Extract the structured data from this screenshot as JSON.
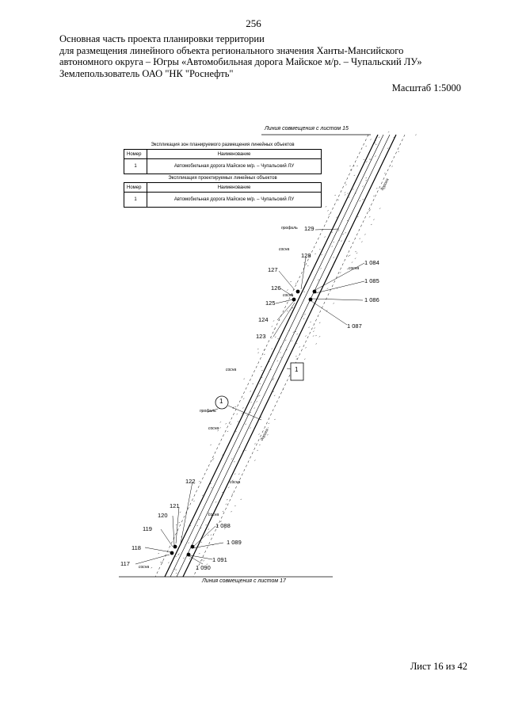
{
  "page_number": "256",
  "header_lines": [
    "Основная часть проекта планировки территории",
    "для размещения линейного объекта регионального значения Ханты-Мансийского",
    "автономного округа – Югры «Автомобильная дорога Майское м/р. – Чупальский ЛУ»",
    "Землепользователь ОАО \"НК \"Роснефть\""
  ],
  "scale_label": "Масштаб 1:5000",
  "footer": "Лист 16 из 42",
  "map": {
    "top_match_line": "Линия совмещения с листом 15",
    "bottom_match_line": "Линия совмещения с листом 17",
    "table1_title": "Экспликация зон планируемого размещения линейных объектов",
    "table1_header": [
      "Номер",
      "Наименование"
    ],
    "table1_row": [
      "1",
      "Автомобильная дорога Майское м/р. – Чупальский ЛУ"
    ],
    "table2_title": "Экспликация проектируемых линейных объектов",
    "table2_header": [
      "Номер",
      "Наименование"
    ],
    "table2_row": [
      "1",
      "Автомобильная дорога Майское м/р. – Чупальский ЛУ"
    ],
    "point_labels_left": [
      "129",
      "128",
      "127",
      "126",
      "125",
      "124",
      "123",
      "122",
      "121",
      "120",
      "119",
      "118",
      "117"
    ],
    "point_labels_right": [
      "1 084",
      "1 085",
      "1 086",
      "1 087",
      "1 088",
      "1 089",
      "1 090",
      "1 091"
    ],
    "zone_marker": "1",
    "object_marker": "1",
    "annotations": [
      "профиль",
      "сосна",
      "профиль",
      "сосна",
      "сосна",
      "сосна",
      "сосна",
      "сосна",
      "сосна",
      "сосна"
    ],
    "road_labels": [
      "дорога",
      "дорога"
    ]
  }
}
